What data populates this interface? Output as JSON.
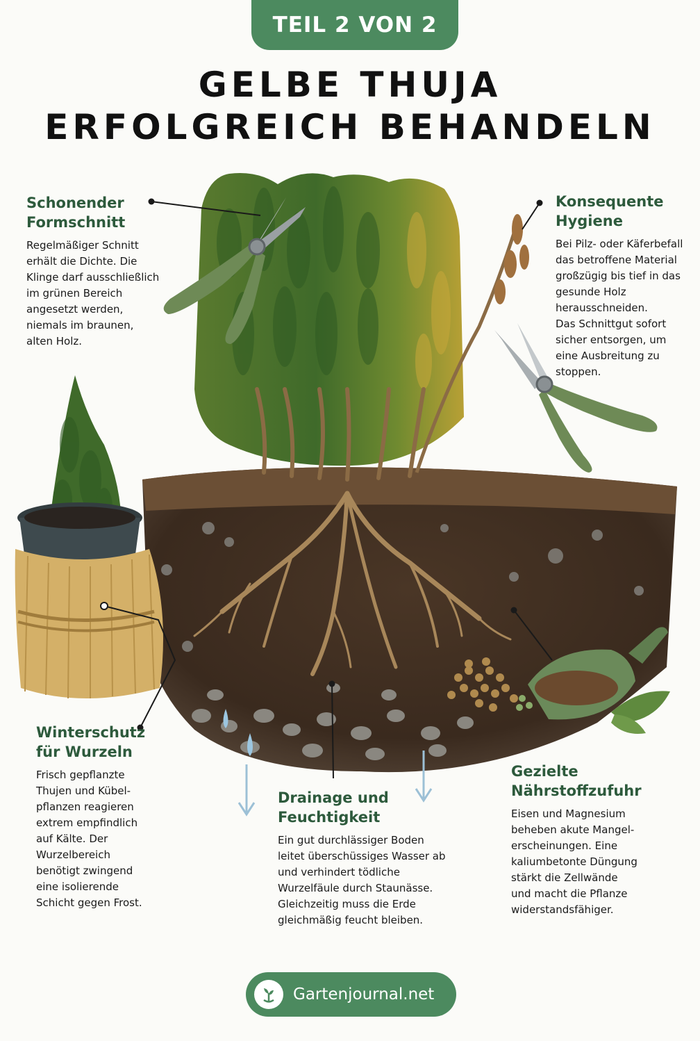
{
  "header": {
    "badge": "TEIL 2 VON 2",
    "title_line1": "GELBE THUJA",
    "title_line2": "ERFOLGREICH BEHANDELN"
  },
  "callouts": {
    "formschnitt": {
      "title_line1": "Schonender",
      "title_line2": "Formschnitt",
      "lines": [
        "Regelmäßiger Schnitt",
        "erhält die Dichte. Die",
        "Klinge darf ausschließlich",
        "im grünen Bereich",
        "angesetzt werden,",
        "niemals im braunen,",
        "alten Holz."
      ]
    },
    "hygiene": {
      "title_line1": "Konsequente",
      "title_line2": "Hygiene",
      "lines": [
        "Bei Pilz- oder Käferbefall",
        "das betroffene Material",
        "großzügig bis tief in das",
        "gesunde Holz",
        "herausschneiden.",
        "Das Schnittgut sofort",
        "sicher entsorgen, um",
        "eine Ausbreitung zu",
        "stoppen."
      ]
    },
    "winterschutz": {
      "title_line1": "Winterschutz",
      "title_line2": "für Wurzeln",
      "lines": [
        "Frisch gepflanzte",
        "Thujen und Kübel-",
        "pflanzen reagieren",
        "extrem empfindlich",
        "auf Kälte. Der",
        "Wurzelbereich",
        "benötigt zwingend",
        "eine isolierende",
        "Schicht gegen Frost."
      ]
    },
    "drainage": {
      "title_line1": "Drainage und",
      "title_line2": "Feuchtigkeit",
      "lines": [
        "Ein gut durchlässiger Boden",
        "leitet überschüssiges Wasser ab",
        "und verhindert tödliche",
        "Wurzelfäule durch Staunässe.",
        "Gleichzeitig muss die Erde",
        "gleichmäßig feucht bleiben."
      ]
    },
    "naehrstoff": {
      "title_line1": "Gezielte",
      "title_line2": "Nährstoffzufuhr",
      "lines": [
        "Eisen und Magnesium",
        "beheben akute Mangel-",
        "erscheinungen. Eine",
        "kaliumbetonte Düngung",
        "stärkt die Zellwände",
        "und macht die Pflanze",
        "widerstandsfähiger."
      ]
    }
  },
  "footer": {
    "site": "Gartenjournal.net",
    "logo_icon": "plant-sprout-icon"
  },
  "colors": {
    "brand_green": "#4c8a5f",
    "heading_green": "#2d5a3c"
  }
}
